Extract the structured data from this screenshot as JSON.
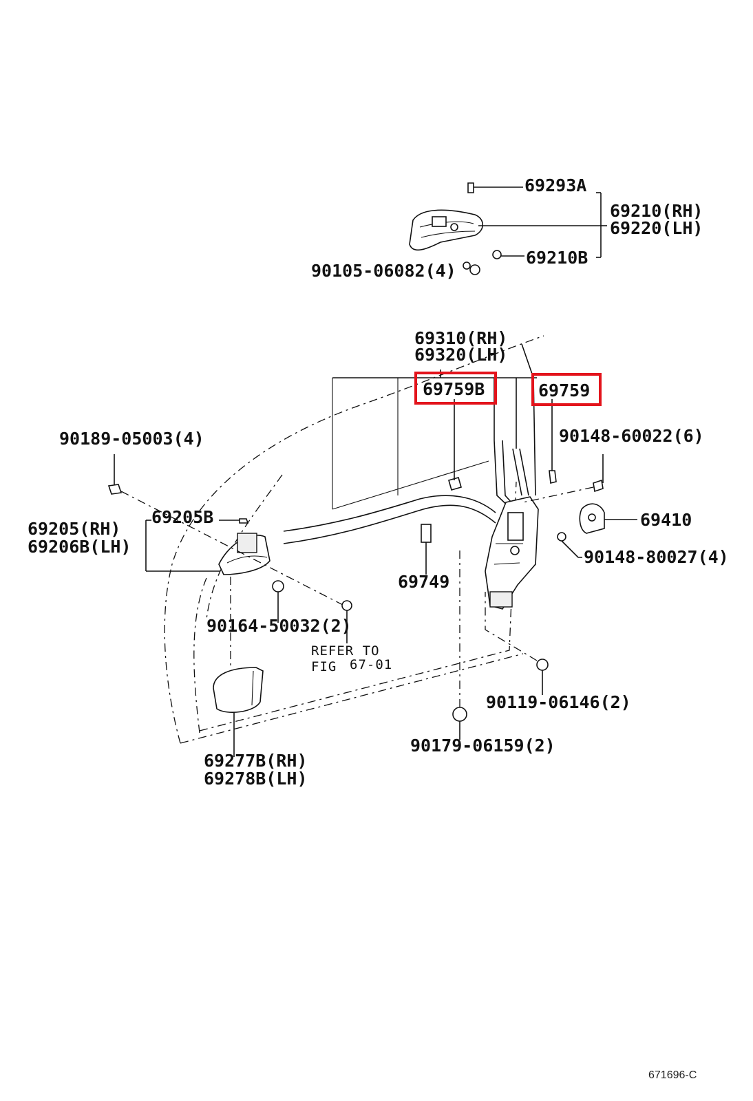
{
  "diagram_code": "671696-C",
  "highlight_color": "#e3141c",
  "labels": {
    "p69293A": "69293A",
    "p69210_rh": "69210(RH)",
    "p69220_lh": "69220(LH)",
    "p69210B": "69210B",
    "p90105": "90105-06082(4)",
    "p69310_rh": "69310(RH)",
    "p69320_lh": "69320(LH)",
    "p69759B": "69759B",
    "p69759": "69759",
    "p90189": "90189-05003(4)",
    "p90148_60022": "90148-60022(6)",
    "p69205B": "69205B",
    "p69205_rh": "69205(RH)",
    "p69206B_lh": "69206B(LH)",
    "p69410": "69410",
    "p90148_80027": "90148-80027(4)",
    "p69749": "69749",
    "p90164": "90164-50032(2)",
    "refer_line1": "REFER TO",
    "refer_line2a": "FIG",
    "refer_line2b": "67-01",
    "p90119": "90119-06146(2)",
    "p90179": "90179-06159(2)",
    "p69277B_rh": "69277B(RH)",
    "p69278B_lh": "69278B(LH)"
  }
}
